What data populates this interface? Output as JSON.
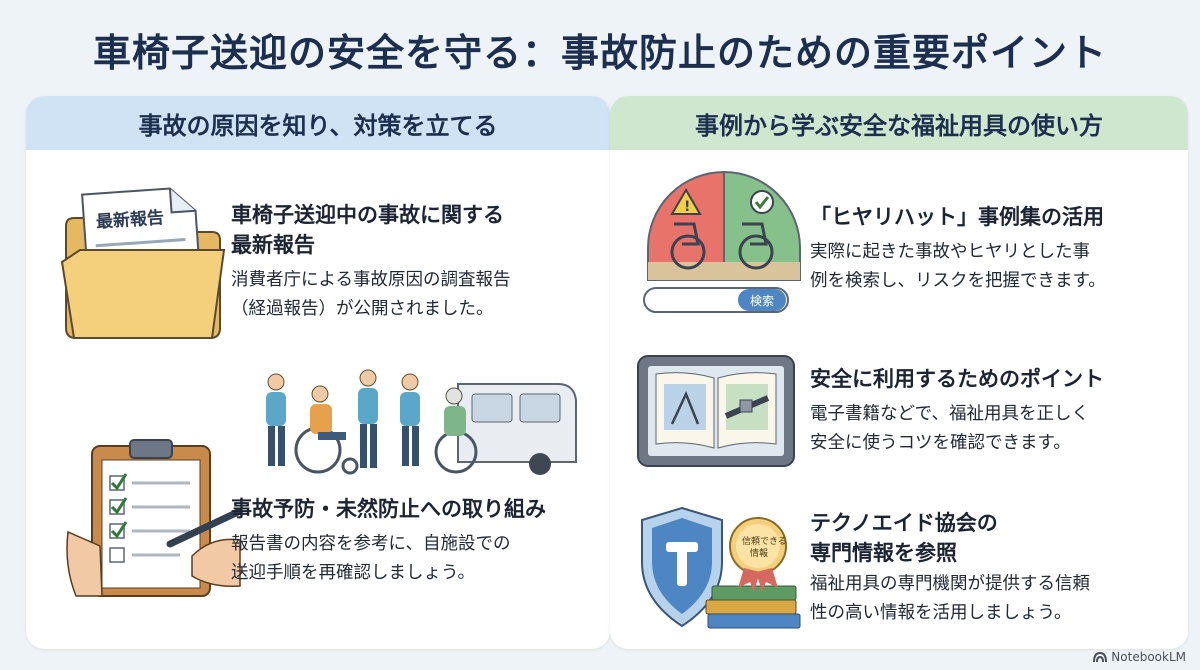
{
  "title": "車椅子送迎の安全を守る：事故防止のための重要ポイント",
  "left_panel": {
    "header": "事故の原因を知り、対策を立てる",
    "item1": {
      "icon_label": "最新報告",
      "title_line1": "車椅子送迎中の事故に関する",
      "title_line2": "最新報告",
      "desc_line1": "消費者庁による事故原因の調査報告",
      "desc_line2": "（経過報告）が公開されました。"
    },
    "item2": {
      "title": "事故予防・未然防止への取り組み",
      "desc_line1": "報告書の内容を参考に、自施設での",
      "desc_line2": "送迎手順を再確認しましょう。"
    }
  },
  "right_panel": {
    "header": "事例から学ぶ安全な福祉用具の使い方",
    "item1": {
      "search_label": "検索",
      "title": "「ヒヤリハット」事例集の活用",
      "desc_line1": "実際に起きた事故やヒヤリとした事",
      "desc_line2": "例を検索し、リスクを把握できます。"
    },
    "item2": {
      "title": "安全に利用するためのポイント",
      "desc_line1": "電子書籍などで、福祉用具を正しく",
      "desc_line2": "安全に使うコツを確認できます。"
    },
    "item3": {
      "badge_line1": "信頼できる",
      "badge_line2": "情報",
      "title_line1": "テクノエイド協会の",
      "title_line2": "専門情報を参照",
      "desc_line1": "福祉用具の専門機関が提供する信頼",
      "desc_line2": "性の高い情報を活用しましょう。"
    }
  },
  "brand": "NotebookLM",
  "colors": {
    "title": "#1c2f4f",
    "left_header_bg": "#cfe3f4",
    "right_header_bg": "#cfe6cf",
    "background": "#eef3f8"
  }
}
